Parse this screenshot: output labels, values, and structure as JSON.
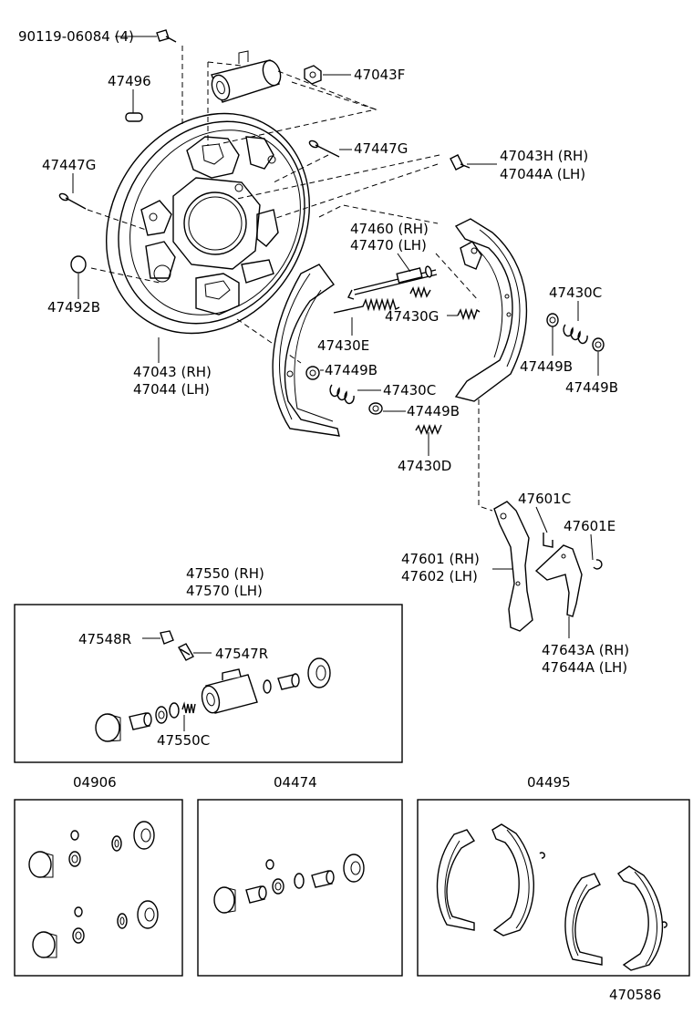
{
  "diagram": {
    "labels": {
      "screw_90119": "90119-06084 (4)",
      "plug_47496": "47496",
      "nut_47043F": "47043F",
      "bolt_47447G_right": "47447G",
      "bolt_47447G_left": "47447G",
      "bolt_47043H": "47043H (RH)",
      "bolt_47044A": "47044A (LH)",
      "plug_47492B": "47492B",
      "rod_47460": "47460 (RH)",
      "rod_47470": "47470 (LH)",
      "spring_47430C_right": "47430C",
      "spring_47430G": "47430G",
      "spring_47430E": "47430E",
      "cup_47449B_mid": "47449B",
      "cup_47449B_right1": "47449B",
      "cup_47449B_right2": "47449B",
      "plate_47043": "47043 (RH)",
      "plate_47044": "47044 (LH)",
      "spring_47430C_mid": "47430C",
      "cup_47449B_low": "47449B",
      "spring_47430D": "47430D",
      "clip_47601C": "47601C",
      "clip_47601E": "47601E",
      "lever_47601": "47601 (RH)",
      "lever_47602": "47602 (LH)",
      "lever_47643A": "47643A (RH)",
      "lever_47644A": "47644A (LH)",
      "cyl_47550": "47550 (RH)",
      "cyl_47570": "47570 (LH)",
      "plug_47548R": "47548R",
      "plug_47547R": "47547R",
      "kit_47550C": "47550C",
      "kit_04906": "04906",
      "kit_04474": "04474",
      "kit_04495": "04495",
      "drawing_number": "470586"
    }
  }
}
